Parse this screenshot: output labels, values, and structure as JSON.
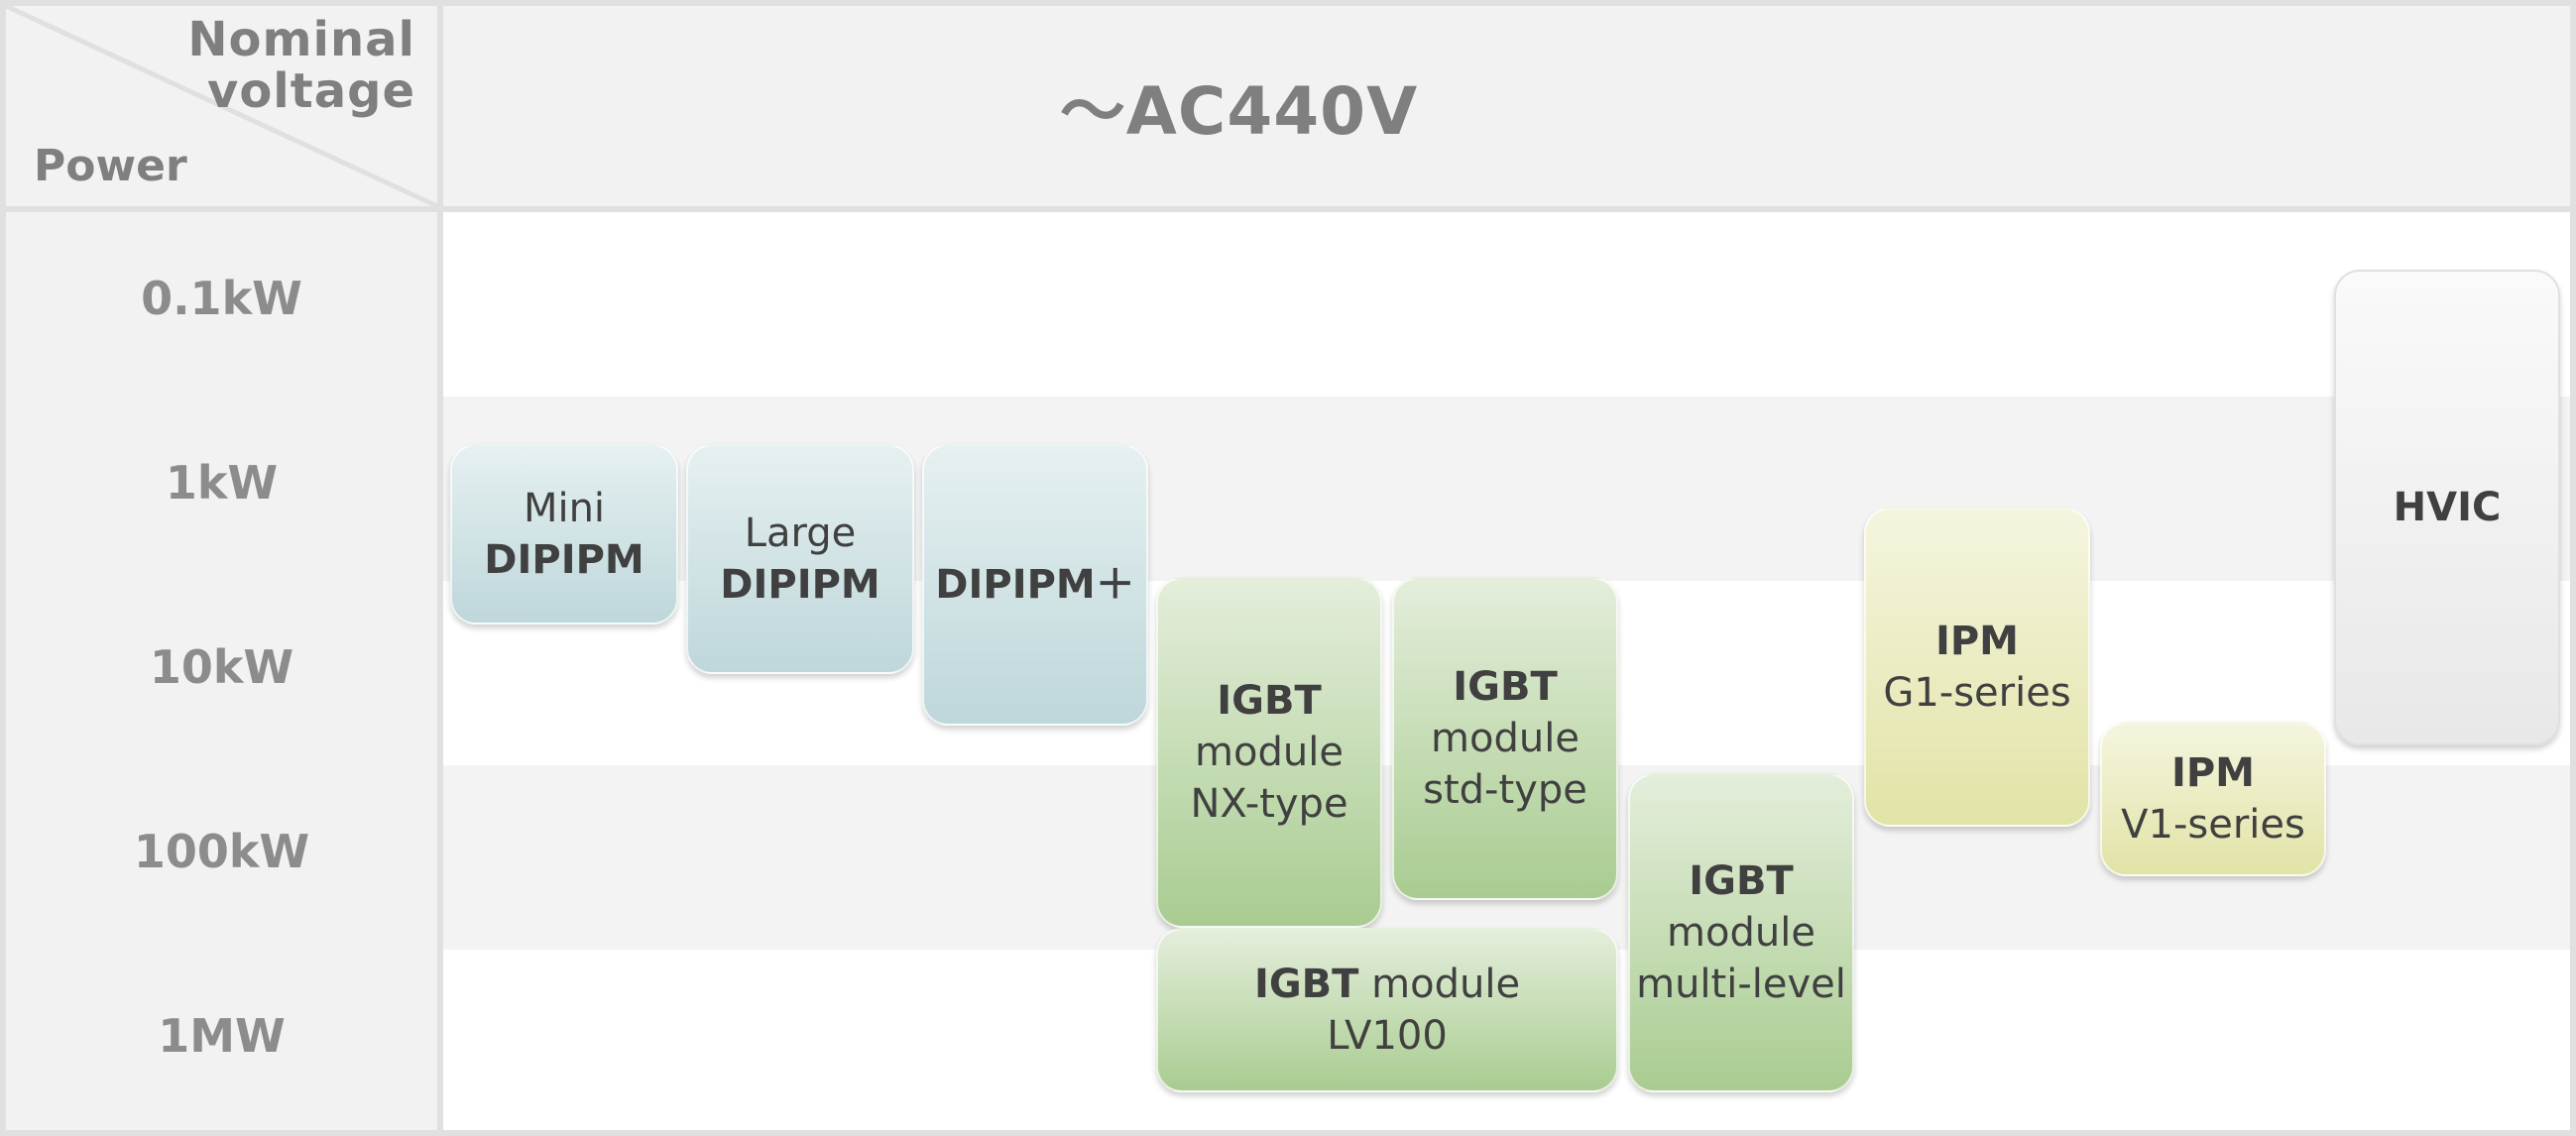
{
  "header": {
    "nominal_voltage_label": "Nominal\nvoltage",
    "power_label": "Power",
    "voltage_range": "～AC440V"
  },
  "power_levels": [
    "0.1kW",
    "1kW",
    "10kW",
    "100kW",
    "1MW"
  ],
  "products": {
    "mini_dipipm": {
      "line1": "Mini",
      "line2": "DIPIPM"
    },
    "large_dipipm": {
      "line1": "Large",
      "line2": "DIPIPM"
    },
    "dipipm_plus": {
      "line1": "DIPIPM＋"
    },
    "igbt_nx": {
      "line1": "IGBT",
      "line2": "module",
      "line3": "NX-type"
    },
    "igbt_std": {
      "line1": "IGBT",
      "line2": "module",
      "line3": "std-type"
    },
    "igbt_lv100": {
      "line1a": "IGBT",
      "line1b": " module",
      "line2": "LV100"
    },
    "igbt_multilevel": {
      "line1": "IGBT",
      "line2": "module",
      "line3": "multi-level"
    },
    "ipm_g1": {
      "line1": "IPM",
      "line2": "G1-series"
    },
    "ipm_v1": {
      "line1": "IPM",
      "line2": "V1-series"
    },
    "hvic": {
      "line1": "HVIC"
    }
  },
  "colors": {
    "dipipm": "#bed7da",
    "igbt": "#a9cc91",
    "ipm": "#e2e3a6",
    "hvic": "#e8e8e8",
    "grid": "#e0e0e0"
  }
}
